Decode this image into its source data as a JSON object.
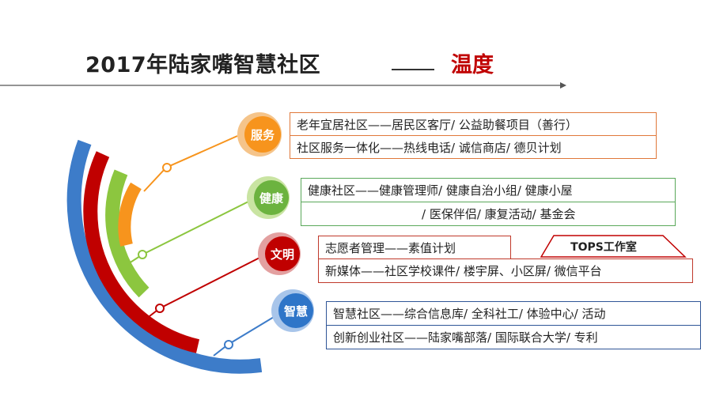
{
  "title": {
    "main": "2017年陆家嘴智慧社区",
    "accent": "温度"
  },
  "colors": {
    "orange": "#f7941d",
    "green": "#8cc63f",
    "red": "#c00000",
    "blue": "#3d7cc9",
    "title_red": "#c00000"
  },
  "categories": [
    {
      "label": "服务",
      "lines": [
        "老年宜居社区——居民区客厅/ 公益助餐项目（善行）",
        "社区服务一体化——热线电话/ 诚信商店/ 德贝计划"
      ]
    },
    {
      "label": "健康",
      "lines": [
        "健康社区——健康管理师/ 健康自治小组/ 健康小屋",
        "/ 医保伴侣/ 康复活动/ 基金会"
      ]
    },
    {
      "label": "文明",
      "lines": [
        "志愿者管理——素值计划",
        "新媒体——社区学校课件/ 楼宇屏、小区屏/ 微信平台"
      ],
      "tag": "TOPS工作室"
    },
    {
      "label": "智慧",
      "lines": [
        "智慧社区——综合信息库/ 全科社工/ 体验中心/ 活动",
        "创新创业社区——陆家嘴部落/ 国际联合大学/ 专利"
      ]
    }
  ]
}
